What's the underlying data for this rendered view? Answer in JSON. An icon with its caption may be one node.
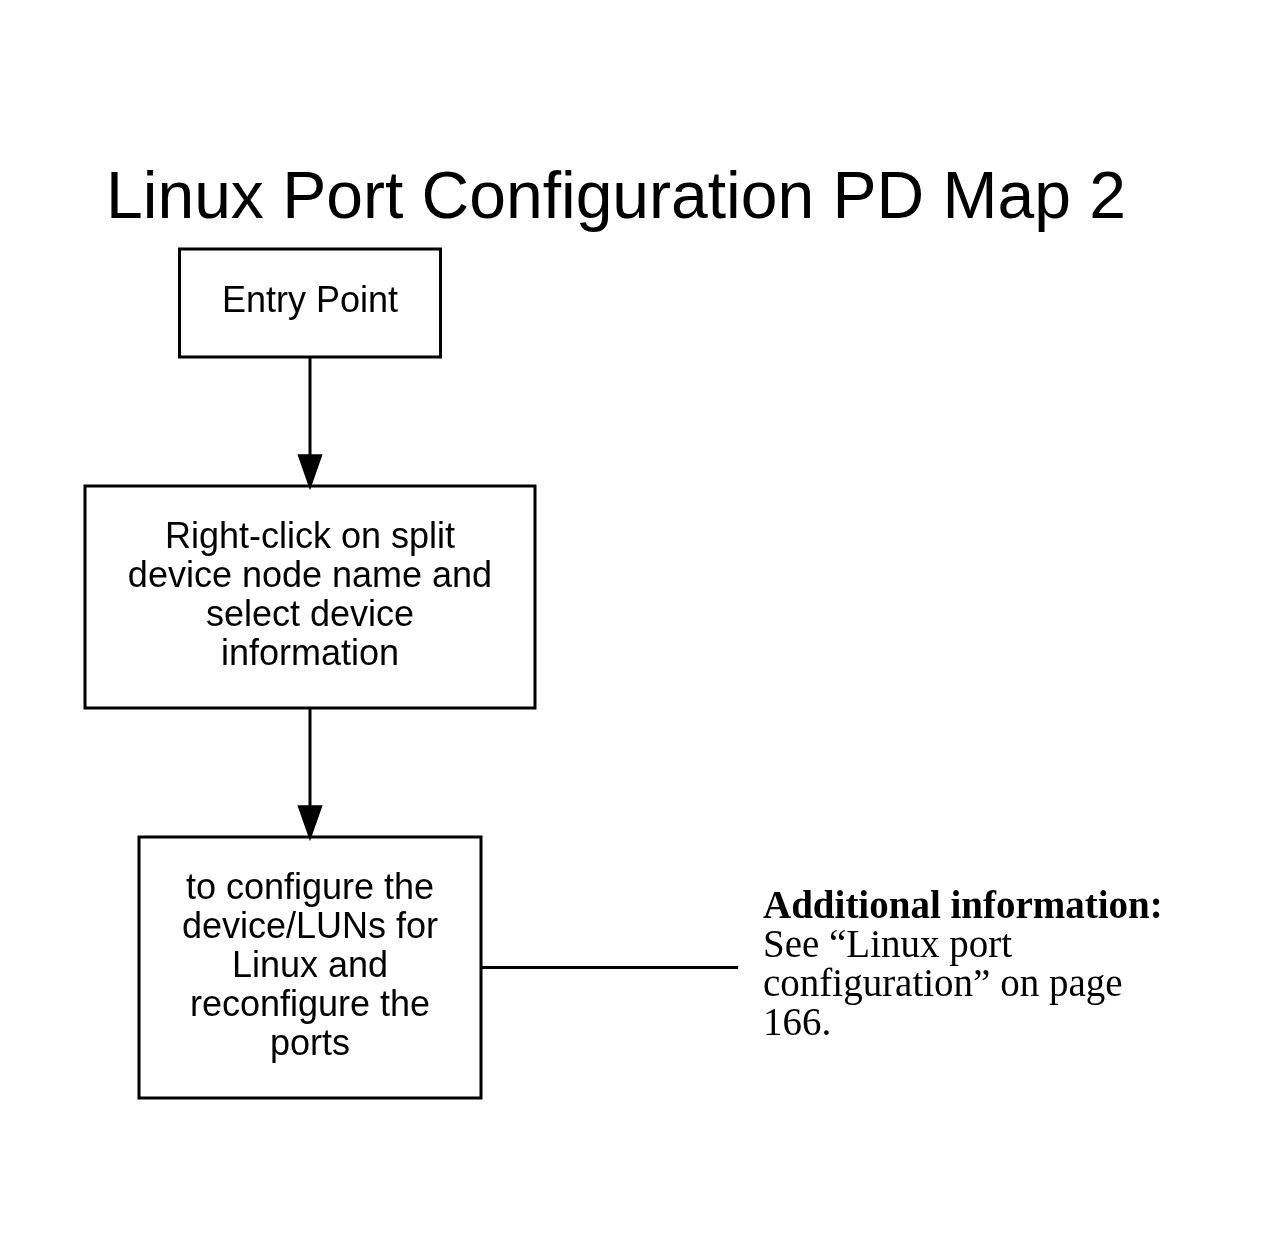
{
  "diagram": {
    "title": "Linux Port Configuration PD Map 2",
    "nodes": [
      {
        "text": [
          "Entry Point"
        ]
      },
      {
        "text": [
          "Right-click on split device node name and select device information"
        ]
      },
      {
        "text": [
          "to configure the device/LUNs for Linux and reconfigure the ports"
        ]
      },
      {
        "text": [
          "Additional information:",
          "See “Linux port configuration” on page 166."
        ]
      }
    ],
    "edges": [
      {
        "from": 0,
        "to": 1,
        "arrow": "to"
      },
      {
        "from": 1,
        "to": 2,
        "arrow": "to"
      },
      {
        "from": 3,
        "to": 2,
        "arrow": "none"
      }
    ]
  }
}
